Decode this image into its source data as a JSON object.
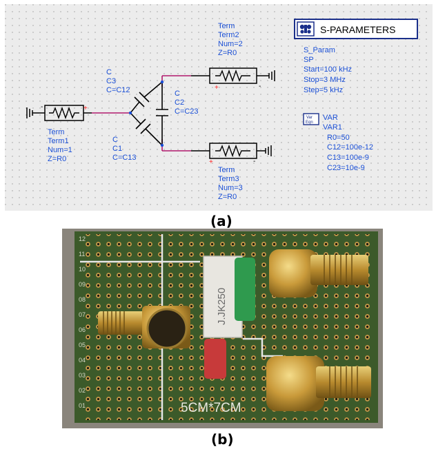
{
  "caption_a": "(a)",
  "caption_b": "(b)",
  "colors": {
    "label_blue": "#1a4fd6",
    "wire_magenta": "#b0186c",
    "pin_red": "#ff1a1a",
    "grid_bg": "#ececec",
    "board_green": "#3c5a2a"
  },
  "schematic": {
    "term2": [
      "Term",
      "Term2",
      "Num=2",
      "Z=R0"
    ],
    "term1": [
      "Term",
      "Term1",
      "Num=1",
      "Z=R0"
    ],
    "term3": [
      "Term",
      "Term3",
      "Num=3",
      "Z=R0"
    ],
    "c3": [
      "C",
      "C3",
      "C=C12"
    ],
    "c2": [
      "C",
      "C2",
      "C=C23"
    ],
    "c1": [
      "C",
      "C1",
      "C=C13"
    ],
    "sparam_title": "S-PARAMETERS",
    "sparam_lines": [
      "S_Param",
      "SP",
      "Start=100 kHz",
      "Stop=3 MHz",
      "Step=5 kHz"
    ],
    "var_icon_top": "Var",
    "var_icon_bottom": "Eqn",
    "var_lines": [
      "VAR",
      "VAR1",
      "R0=50",
      "C12=100e-12",
      "C13=100e-9",
      "C23=10e-9"
    ],
    "pin_plus": "+",
    "pin_minus": "-"
  },
  "photo": {
    "silkscreen": "5CM*7CM",
    "resistor_marking": "J.JK250",
    "row_numbers": [
      "12",
      "11",
      "10",
      "09",
      "08",
      "07",
      "06",
      "05",
      "04",
      "03",
      "02",
      "01"
    ]
  }
}
